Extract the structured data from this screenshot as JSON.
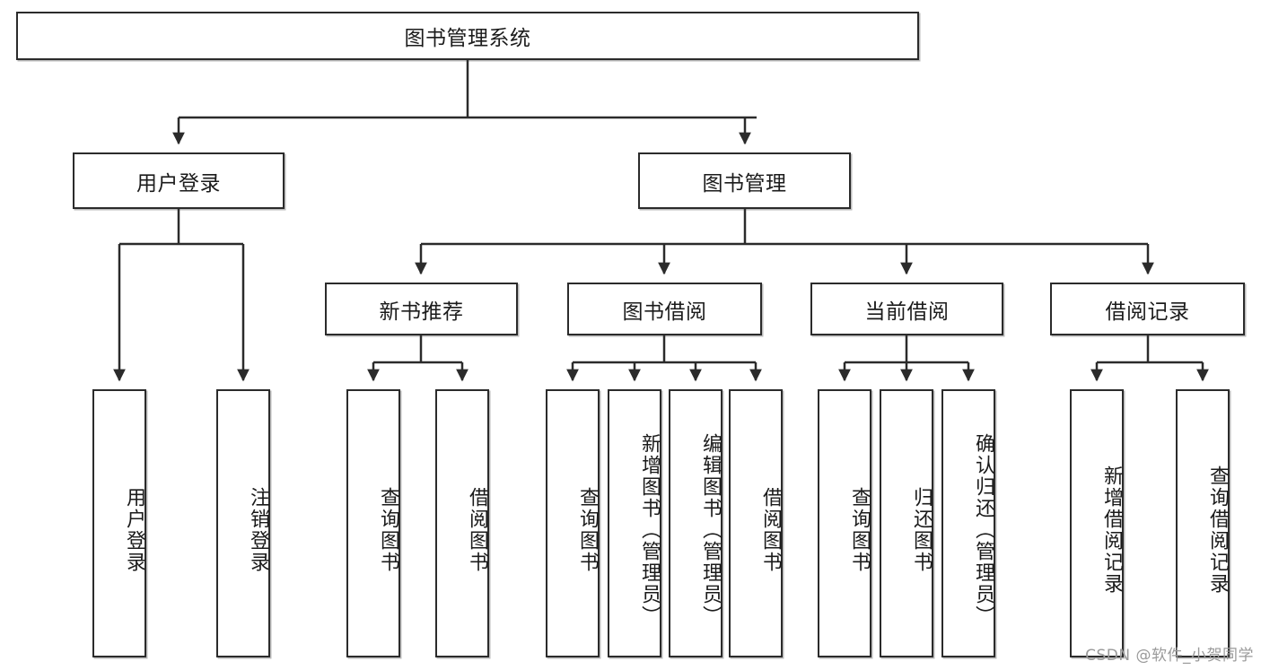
{
  "diagram": {
    "title": "图书管理系统",
    "type": "tree-hierarchy-chart",
    "root": {
      "id": "root",
      "label": "图书管理系统"
    },
    "level2": [
      {
        "id": "user-login",
        "label": "用户登录"
      },
      {
        "id": "book-management",
        "label": "图书管理"
      }
    ],
    "level3": [
      {
        "id": "new-book-recommend",
        "label": "新书推荐",
        "parent": "book-management"
      },
      {
        "id": "book-borrow",
        "label": "图书借阅",
        "parent": "book-management"
      },
      {
        "id": "current-borrow",
        "label": "当前借阅",
        "parent": "book-management"
      },
      {
        "id": "borrow-record",
        "label": "借阅记录",
        "parent": "book-management"
      }
    ],
    "leaves": {
      "user_login": [
        {
          "id": "leaf-user-login",
          "label": "用户登录"
        },
        {
          "id": "leaf-logout-login",
          "label": "注销登录"
        }
      ],
      "new_book_recommend": [
        {
          "id": "leaf-query-book-1",
          "label": "查询图书"
        },
        {
          "id": "leaf-borrow-book-1",
          "label": "借阅图书"
        }
      ],
      "book_borrow": [
        {
          "id": "leaf-query-book-2",
          "label": "查询图书"
        },
        {
          "id": "leaf-add-book",
          "label": "新增图书（管理员）"
        },
        {
          "id": "leaf-edit-book",
          "label": "编辑图书（管理员）"
        },
        {
          "id": "leaf-borrow-book-2",
          "label": "借阅图书"
        }
      ],
      "current_borrow": [
        {
          "id": "leaf-query-book-3",
          "label": "查询图书"
        },
        {
          "id": "leaf-return-book",
          "label": "归还图书"
        },
        {
          "id": "leaf-confirm-return",
          "label": "确认归还（管理员）"
        }
      ],
      "borrow_record": [
        {
          "id": "leaf-add-record",
          "label": "新增借阅记录"
        },
        {
          "id": "leaf-query-record",
          "label": "查询借阅记录"
        }
      ]
    }
  },
  "watermark": {
    "text": "CSDN @软件_小贺同学"
  },
  "colors": {
    "box_border": "#2b2b2b",
    "box_fill": "#ffffff",
    "line": "#2b2b2b",
    "text": "#1b1b1b",
    "watermark": "#9a9a9a",
    "background": "#ffffff"
  }
}
